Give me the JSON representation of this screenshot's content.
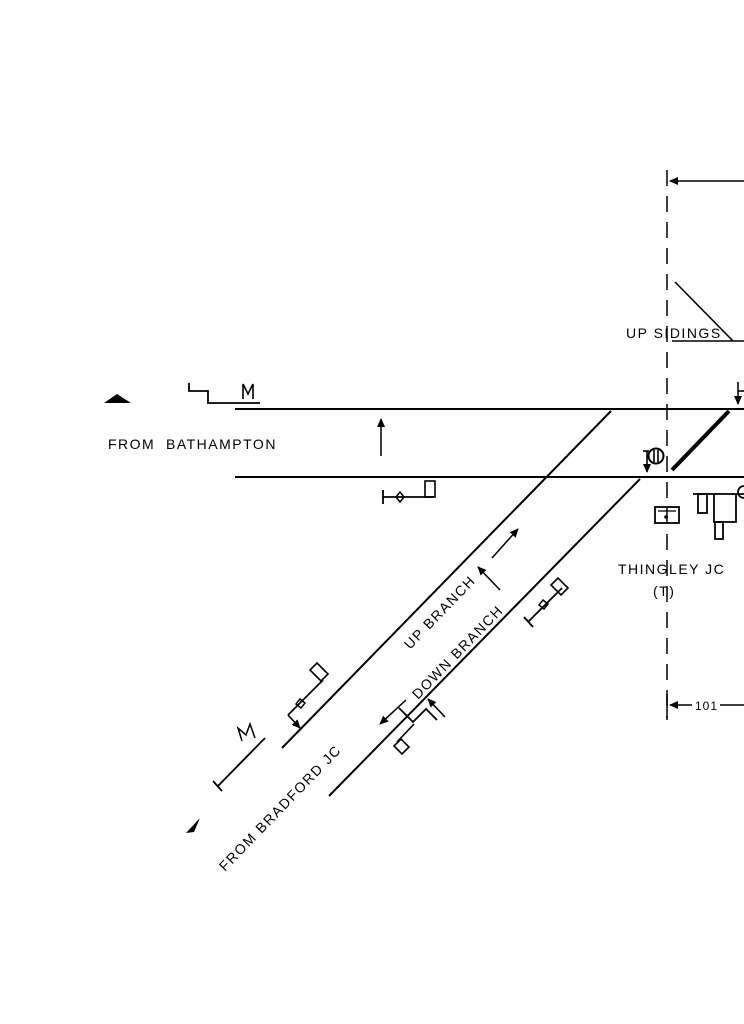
{
  "labels": {
    "from_bathampton": "FROM  BATHAMPTON",
    "up_sidings": "UP SIDINGS",
    "thingley_jc": "THINGLEY JC",
    "box_code": "(T)",
    "up_branch": "UP BRANCH",
    "down_branch": "DOWN BRANCH",
    "from_bradford_jc": "FROM BRADFORD JC",
    "distance": "101"
  },
  "colors": {
    "ink": "#000000",
    "paper": "#ffffff"
  }
}
